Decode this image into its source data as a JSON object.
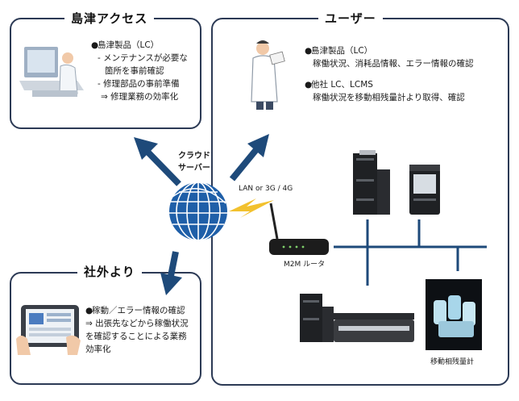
{
  "shimadzu_access": {
    "title": "島津アクセス",
    "heading": "島津製品（LC）",
    "lines": [
      "- メンテナンスが必要な",
      "箇所を事前確認",
      "- 修理部品の事前準備",
      "⇒ 修理業務の効率化"
    ]
  },
  "user": {
    "title": "ユーザー",
    "item1_heading": "島津製品（LC）",
    "item1_line": "稼働状況、消耗品情報、エラー情報の確認",
    "item2_heading": "他社 LC、LCMS",
    "item2_line": "稼働状況を移動相残量計より取得、確認"
  },
  "outside": {
    "title": "社外より",
    "heading": "稼動／エラー情報の確認",
    "lines": [
      "⇒ 出張先などから稼働状況",
      "を確認することによる業務",
      "効率化"
    ]
  },
  "cloud": {
    "line1": "クラウド",
    "line2": "サーバー"
  },
  "connection_label": "LAN or 3G / 4G",
  "router_label": "M2M ルータ",
  "meter_label": "移動相残量計",
  "colors": {
    "arrow": "#1e4a7a",
    "border": "#2c3a55",
    "globe": "#1f5fa8",
    "bolt": "#f2c12e"
  }
}
